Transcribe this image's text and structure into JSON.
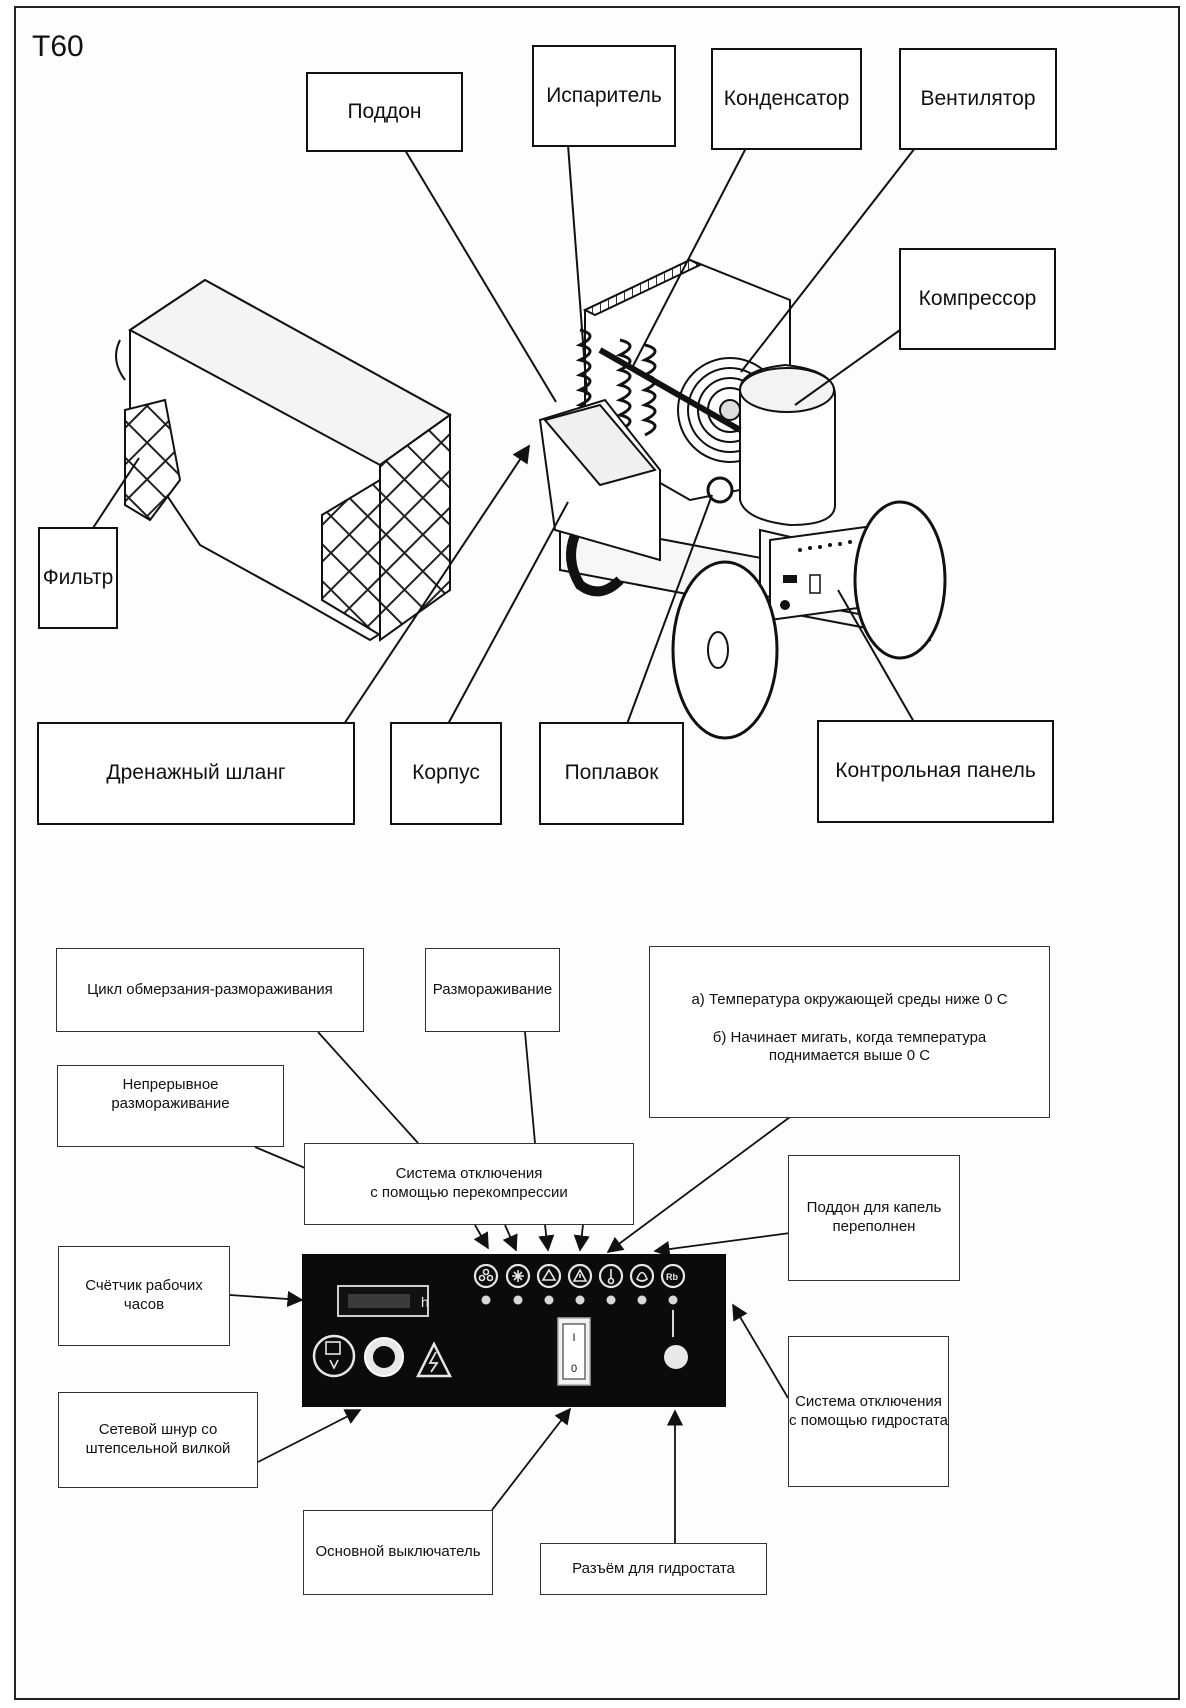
{
  "model_label": "T60",
  "top_labels": {
    "tray": "Поддон",
    "evaporator": "Испаритель",
    "condenser": "Конденсатор",
    "fan": "Вентилятор",
    "compressor": "Компрессор",
    "filter": "Фильтр",
    "drain_hose": "Дренажный шланг",
    "housing": "Корпус",
    "float": "Поплавок",
    "control_panel": "Контрольная панель"
  },
  "panel_labels": {
    "freeze_thaw_cycle": "Цикл обмерзания-размораживания",
    "defrost": "Размораживание",
    "ambient_temp_note": "а) Температура окружающей среды ниже 0 С\n\nб) Начинает мигать, когда температура\nподнимается выше 0 С",
    "continuous_defrost": "Непрерывное\nразмораживание",
    "overpressure_shutdown": "Система отключения\nс помощью перекомпрессии",
    "drip_tray_full": "Поддон для капель\nпереполнен",
    "hour_counter": "Счётчик рабочих\nчасов",
    "hydrostat_shutdown": "Система отключения\nс помощью гидростата",
    "power_cord": "Сетевой шнур со\nштепсельной вилкой",
    "main_switch": "Основной выключатель",
    "hydrostat_connector": "Разъём для гидростата"
  },
  "panel_display": {
    "hour_unit": "h",
    "switch_on": "I",
    "switch_off": "0",
    "icon_rb": "Rb"
  }
}
